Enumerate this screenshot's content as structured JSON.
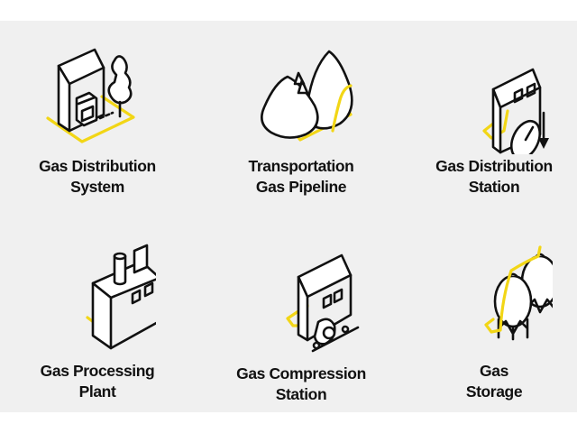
{
  "colors": {
    "background": "#f0f0f0",
    "accent": "#f2d616",
    "text": "#111111"
  },
  "items": [
    {
      "icon": "house-with-stove-icon",
      "line1": "Gas Distribution",
      "line2": "System"
    },
    {
      "icon": "mountain-pipeline-icon",
      "line1": "Transportation",
      "line2": "Gas Pipeline"
    },
    {
      "icon": "station-with-gauge-icon",
      "line1": "Gas Distribution",
      "line2": "Station"
    },
    {
      "icon": "factory-icon",
      "line1": "Gas Processing",
      "line2": "Plant"
    },
    {
      "icon": "compressor-building-icon",
      "line1": "Gas Compression",
      "line2": "Station"
    },
    {
      "icon": "storage-tanks-icon",
      "line1": "Gas",
      "line2": "Storage"
    }
  ]
}
